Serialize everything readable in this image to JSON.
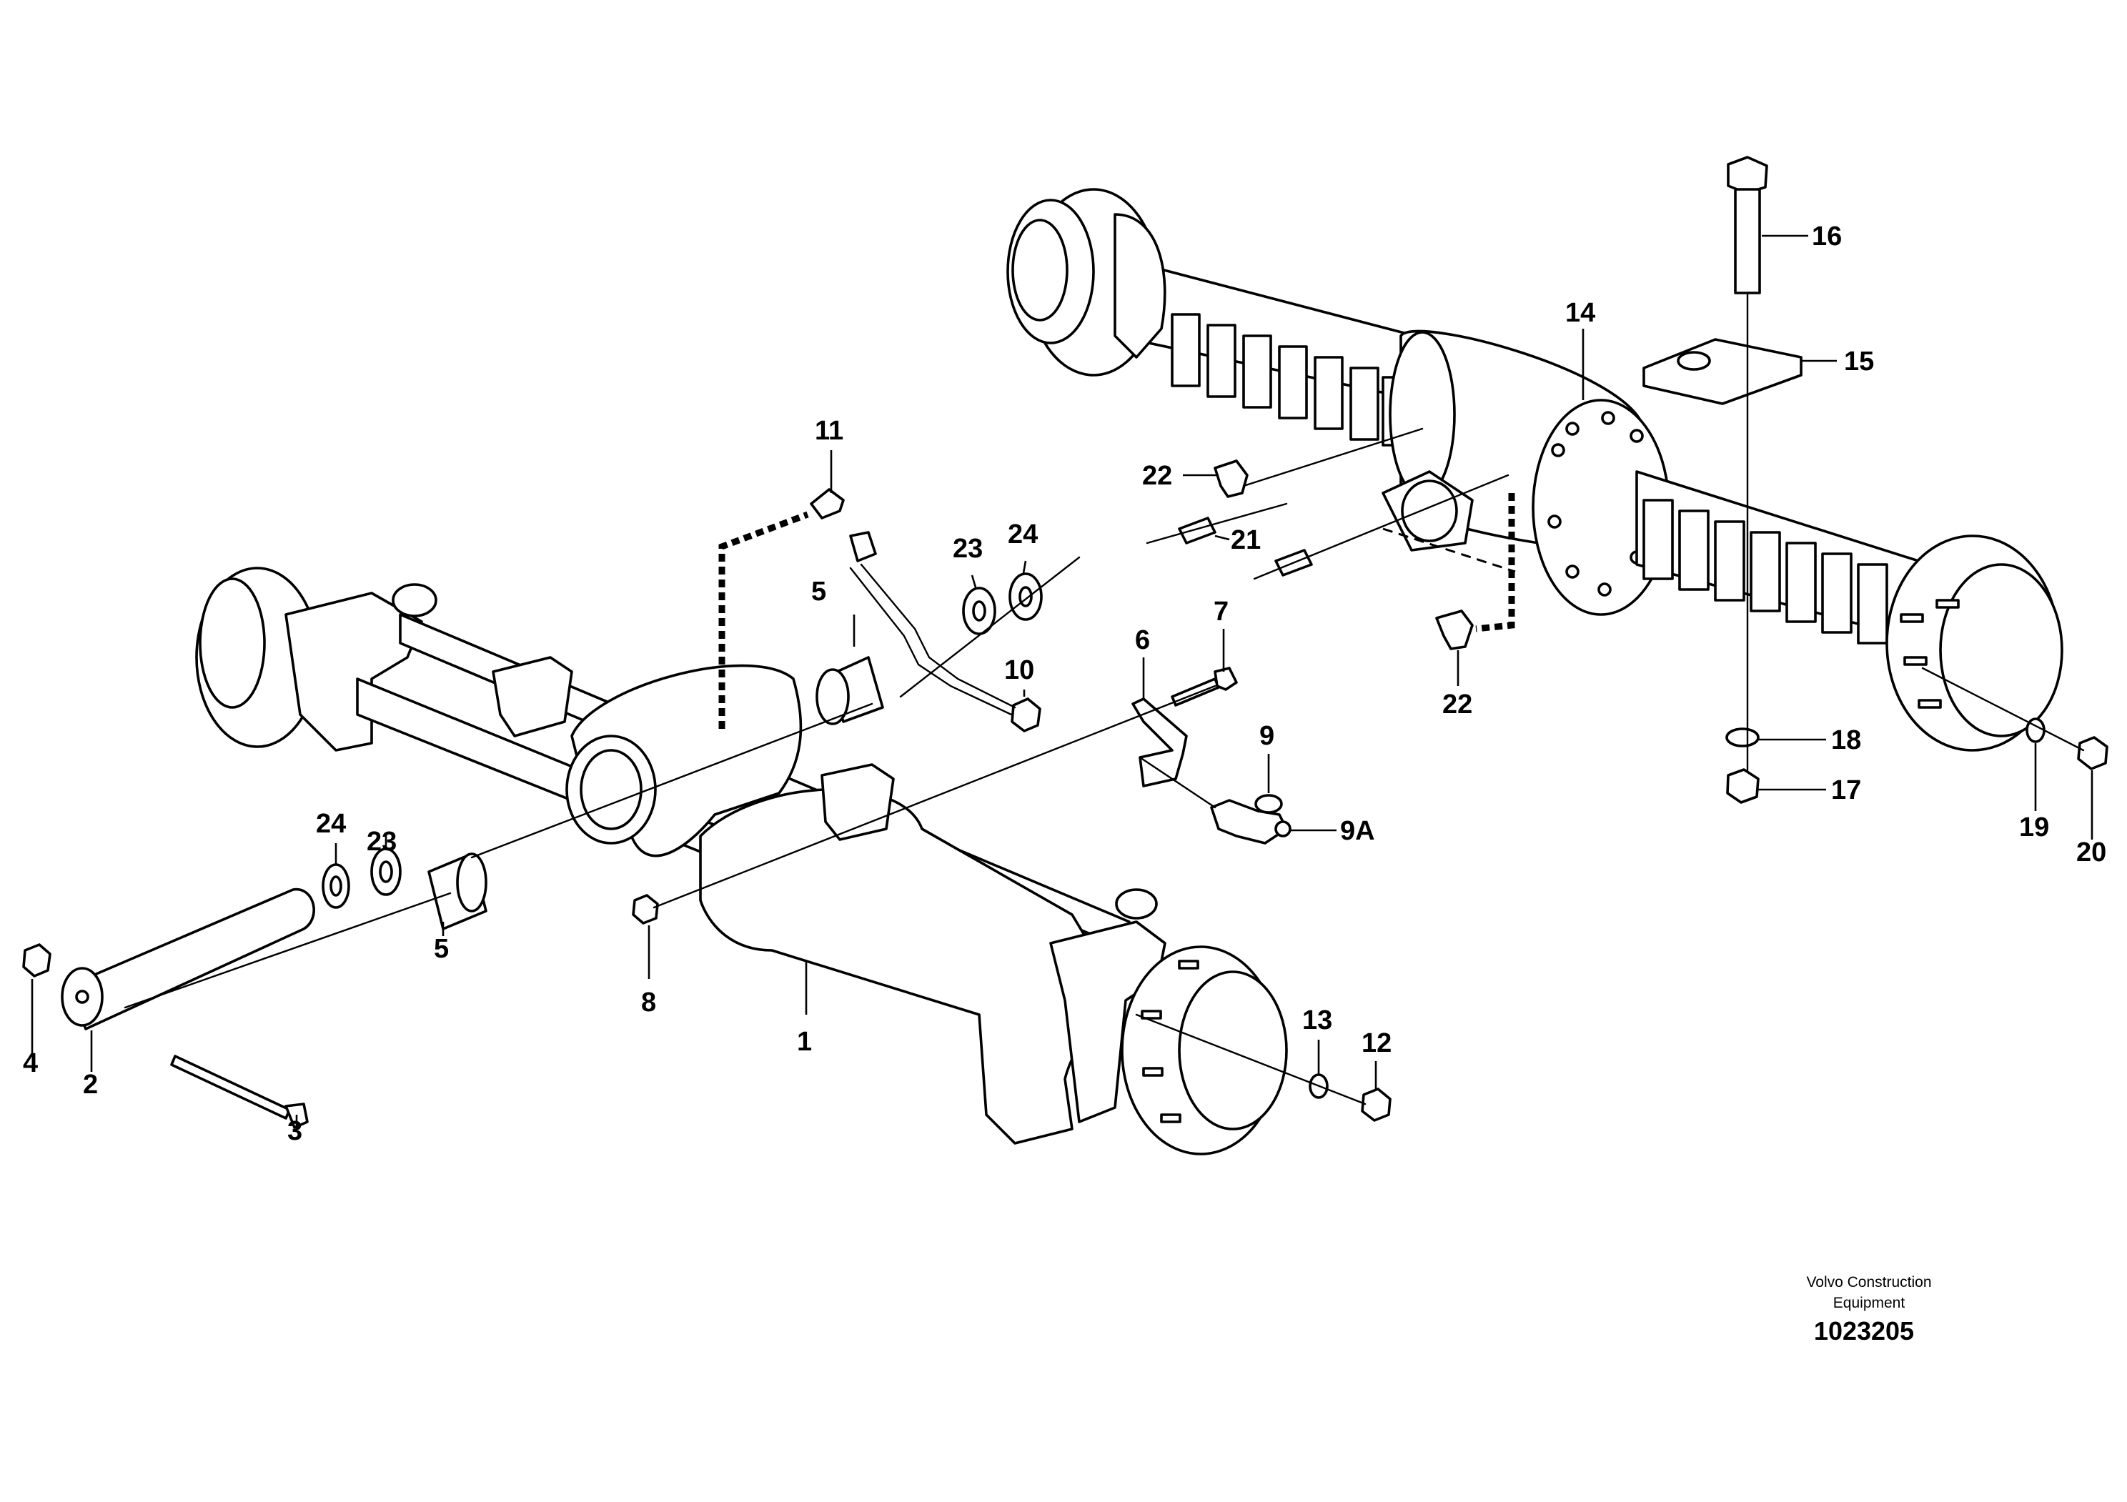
{
  "drawing": {
    "brand_line1": "Volvo Construction",
    "brand_line2": "Equipment",
    "drawing_number": "1023205"
  },
  "callouts": {
    "c1": "1",
    "c2": "2",
    "c3": "3",
    "c4": "4",
    "c5a": "5",
    "c5b": "5",
    "c6": "6",
    "c7": "7",
    "c8": "8",
    "c9": "9",
    "c9a": "9A",
    "c10": "10",
    "c11": "11",
    "c12": "12",
    "c13": "13",
    "c14": "14",
    "c15": "15",
    "c16": "16",
    "c17": "17",
    "c18": "18",
    "c19": "19",
    "c20": "20",
    "c21": "21",
    "c22a": "22",
    "c22b": "22",
    "c23a": "23",
    "c23b": "23",
    "c24a": "24",
    "c24b": "24"
  }
}
